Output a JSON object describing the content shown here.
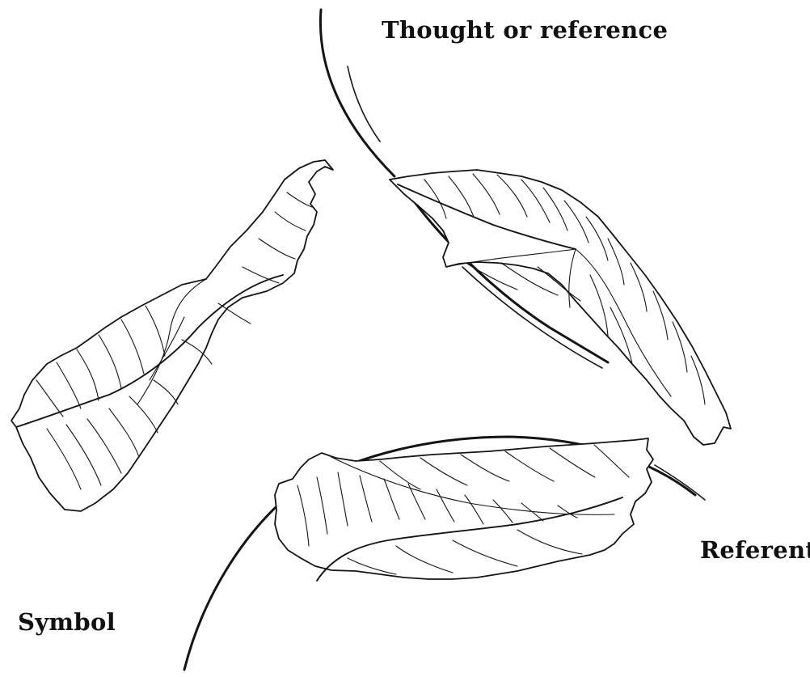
{
  "labels": {
    "top": "Thought or reference",
    "right": "Referent",
    "left": "Symbol"
  },
  "colors": {
    "ink": "#141414",
    "background": "#ffffff"
  }
}
